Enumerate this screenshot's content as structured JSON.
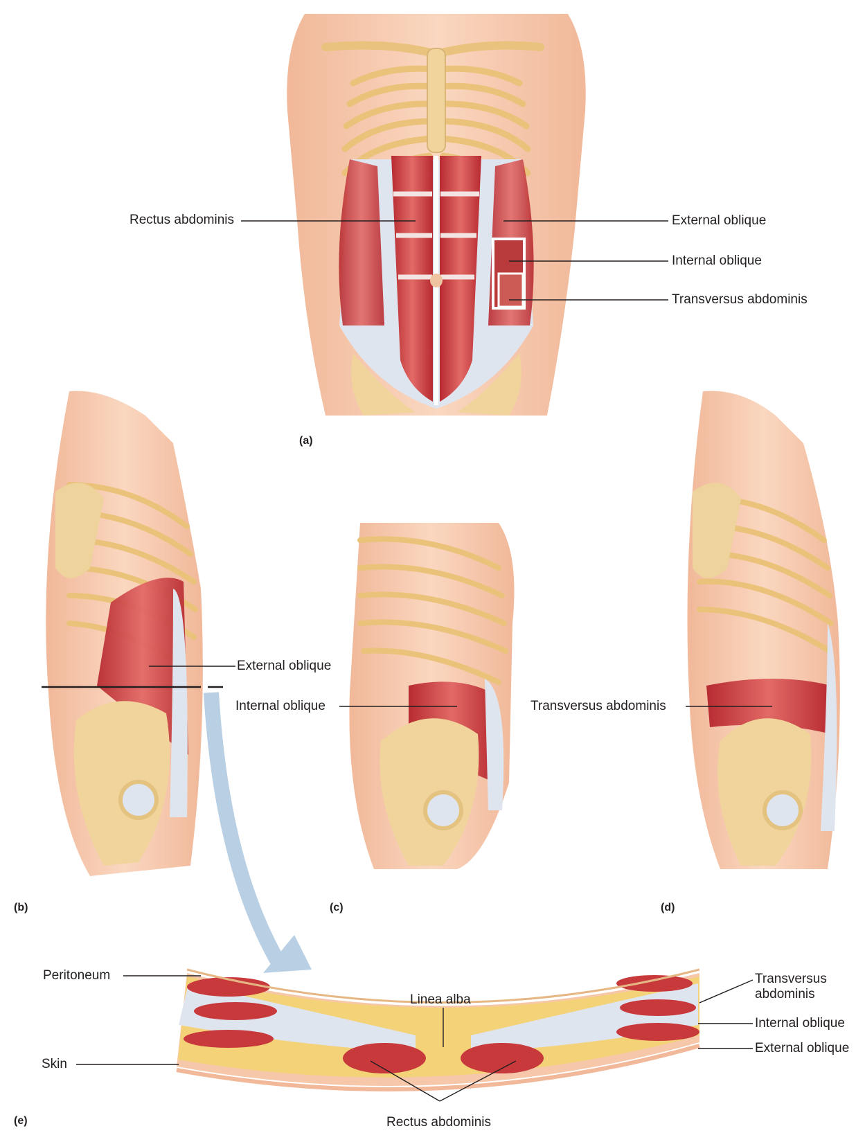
{
  "panels": {
    "a": "(a)",
    "b": "(b)",
    "c": "(c)",
    "d": "(d)",
    "e": "(e)"
  },
  "labels_a": {
    "rectus_abdominis": "Rectus abdominis",
    "external_oblique": "External oblique",
    "internal_oblique": "Internal oblique",
    "transversus_abdominis": "Transversus abdominis"
  },
  "label_b": "External oblique",
  "label_c": "Internal oblique",
  "label_d": "Transversus abdominis",
  "labels_e": {
    "peritoneum": "Peritoneum",
    "skin": "Skin",
    "linea_alba": "Linea alba",
    "rectus_abdominis": "Rectus abdominis",
    "transversus_abdominis": "Transversus abdominis",
    "internal_oblique": "Internal oblique",
    "external_oblique": "External oblique"
  },
  "colors": {
    "muscle": "#c8393c",
    "bone": "#f0d49c",
    "skin": "#f6c7a8",
    "fascia": "#dfe5ef",
    "arrow": "#b9cfe3"
  }
}
